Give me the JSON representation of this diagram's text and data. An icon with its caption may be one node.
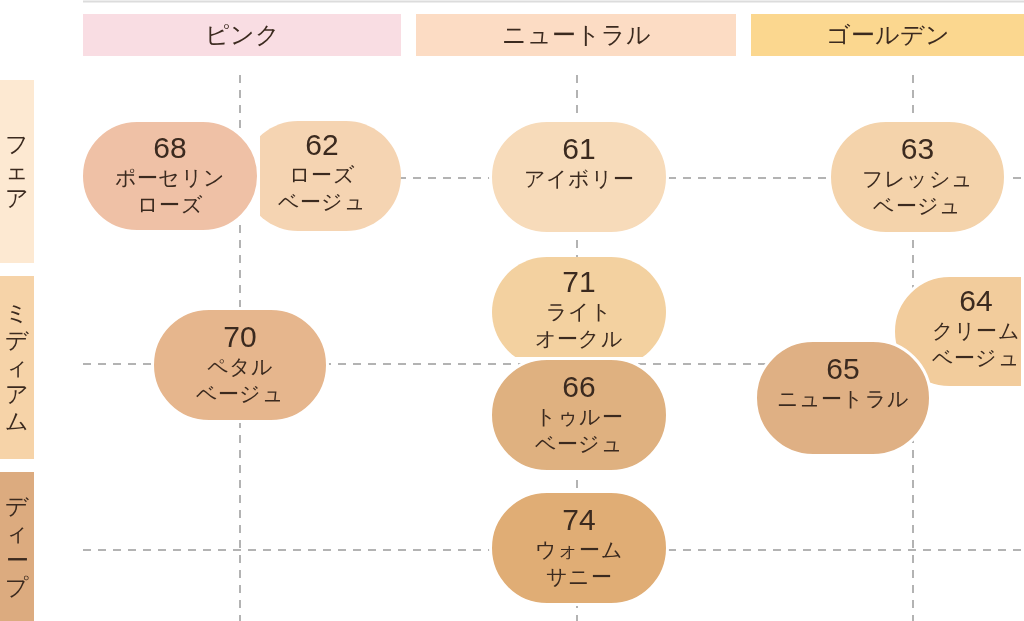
{
  "diagram": {
    "nodes": [
      {
        "text": [
          "ピンク"
        ]
      },
      {
        "text": [
          "ニュートラル"
        ]
      },
      {
        "text": [
          "ゴールデン"
        ]
      },
      {
        "text": [
          "フェア"
        ]
      },
      {
        "text": [
          "ミディアム"
        ]
      },
      {
        "text": [
          "ディープ"
        ]
      },
      {
        "text": [
          "68",
          "ポーセリンローズ"
        ]
      },
      {
        "text": [
          "62",
          "ローズベージュ"
        ]
      },
      {
        "text": [
          "61",
          "アイボリー"
        ]
      },
      {
        "text": [
          "63",
          "フレッシュベージュ"
        ]
      },
      {
        "text": [
          "71",
          "ライトオークル"
        ]
      },
      {
        "text": [
          "64",
          "クリームベージュ"
        ]
      },
      {
        "text": [
          "70",
          "ペタルベージュ"
        ]
      },
      {
        "text": [
          "65",
          "ニュートラル"
        ]
      },
      {
        "text": [
          "66",
          "トゥルーベージュ"
        ]
      },
      {
        "text": [
          "74",
          "ウォームサニー"
        ]
      }
    ]
  }
}
